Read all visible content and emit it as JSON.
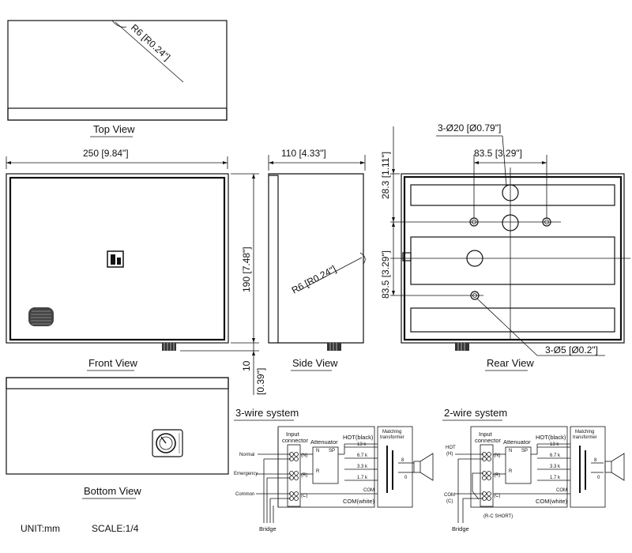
{
  "views": {
    "top": "Top View",
    "front": "Front View",
    "side": "Side View",
    "rear": "Rear View",
    "bottom": "Bottom View"
  },
  "dimensions": {
    "top_radius": "R6 [R0.24\"]",
    "width": "250 [9.84\"]",
    "depth": "110 [4.33\"]",
    "height": "190 [7.48\"]",
    "side_radius": "R6 [R0.24\"]",
    "foot_height": "10",
    "foot_height_in": "[0.39\"]",
    "knock_out": "3-Ø20 [Ø0.79\"]",
    "hole_pitch_h": "83.5 [3.29\"]",
    "top_offset": "28.3 [1.11\"]",
    "hole_pitch_v": "83.5 [3.29\"]",
    "mount_holes": "3-Ø5 [Ø0.2\"]"
  },
  "footer": {
    "unit": "UNIT:mm",
    "scale": "SCALE:1/4"
  },
  "wiring": {
    "three_wire": {
      "title": "3-wire system",
      "inputs": [
        "Normal",
        "Emergency",
        "Common"
      ],
      "input_connector": [
        "Input",
        "connector"
      ],
      "attenuator": "Attenuator",
      "terminals": [
        "(N)",
        "(R)",
        "(C)"
      ],
      "att_terminals": [
        "N",
        "R",
        "SP"
      ],
      "hot": "HOT(black)",
      "com": "COM(white)",
      "taps": [
        "13 k",
        "6.7 k",
        "3.3 k",
        "1.7 k",
        "COM"
      ],
      "transformer": [
        "Matching",
        "transformer"
      ],
      "out": [
        "8",
        "0"
      ],
      "bridge": "Bridge"
    },
    "two_wire": {
      "title": "2-wire system",
      "inputs": [
        "HOT",
        "(H)",
        "COM",
        "(C)"
      ],
      "input_connector": [
        "Input",
        "connector"
      ],
      "attenuator": "Attenuator",
      "terminals": [
        "(N)",
        "(R)",
        "(C)"
      ],
      "att_terminals": [
        "N",
        "R",
        "SP"
      ],
      "hot": "HOT(black)",
      "com": "COM(white)",
      "taps": [
        "13 k",
        "6.7 k",
        "3.3 k",
        "1.7 k",
        "COM"
      ],
      "transformer": [
        "Matching",
        "transformer"
      ],
      "out": [
        "8",
        "0"
      ],
      "short": "(R-C SHORT)",
      "bridge": "Bridge"
    }
  }
}
